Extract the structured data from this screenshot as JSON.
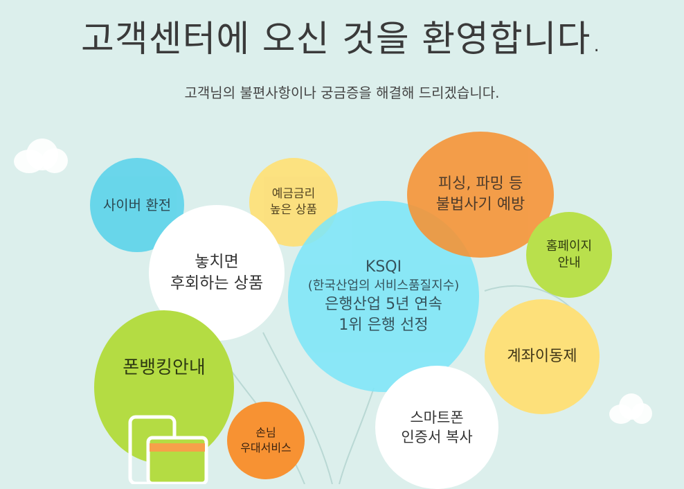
{
  "header": {
    "title": "고객센터에 오신 것을 환영합니다.",
    "subtitle": "고객님의 불편사항이나 궁금증을 해결해 드리겠습니다."
  },
  "bubbles": {
    "cyber": {
      "label": "사이버 환전"
    },
    "deposit": {
      "line1": "예금금리",
      "line2": "높은 상품"
    },
    "missed": {
      "line1": "놓치면",
      "line2": "후회하는 상품"
    },
    "ksqi": {
      "line1": "KSQI",
      "line2": "(한국산업의 서비스품질지수)",
      "line3": "은행산업 5년 연속",
      "line4": "1위 은행 선정"
    },
    "phishing": {
      "line1": "피싱, 파밍 등",
      "line2": "불법사기 예방"
    },
    "homepage": {
      "line1": "홈페이지",
      "line2": "안내"
    },
    "account": {
      "label": "계좌이동제"
    },
    "phone": {
      "label": "폰뱅킹안내"
    },
    "guest": {
      "line1": "손님",
      "line2": "우대서비스"
    },
    "smart": {
      "line1": "스마트폰",
      "line2": "인증서 복사"
    }
  },
  "colors": {
    "background": "#dcefec",
    "cyan": "#5fd4ea",
    "yellow": "#fde07a",
    "orange": "#f79233",
    "green": "#b4dc43"
  }
}
